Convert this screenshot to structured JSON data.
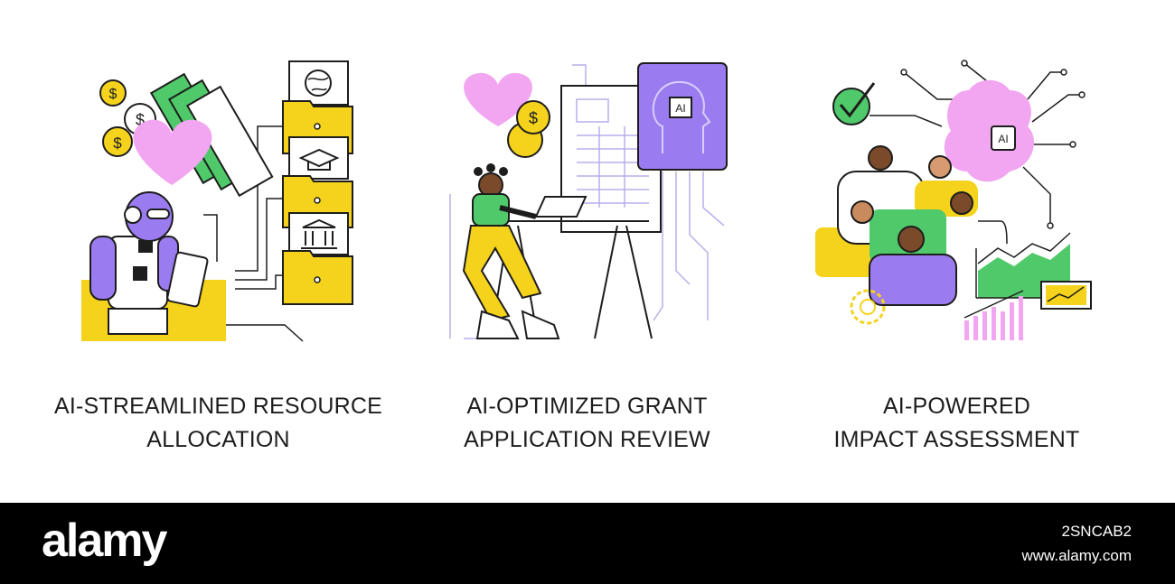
{
  "panels": [
    {
      "caption_line1": "AI-STREAMLINED RESOURCE",
      "caption_line2": "ALLOCATION",
      "icons": [
        "robot-icon",
        "heart-icon",
        "dollar-coin-icon",
        "banknote-icon",
        "folder-icon",
        "globe-icon",
        "graduation-cap-icon",
        "bank-icon",
        "tablet-icon"
      ]
    },
    {
      "caption_line1": "AI-OPTIMIZED GRANT",
      "caption_line2": "APPLICATION REVIEW",
      "ai_chip_label": "AI",
      "icons": [
        "heart-icon",
        "dollar-coin-icon",
        "document-icon",
        "ai-head-icon",
        "laptop-icon",
        "desk-icon",
        "person-icon"
      ]
    },
    {
      "caption_line1": "AI-POWERED",
      "caption_line2": "IMPACT ASSESSMENT",
      "ai_chip_label": "AI",
      "icons": [
        "checkmark-icon",
        "brain-icon",
        "gear-icon",
        "people-group-icon",
        "area-chart-icon",
        "bar-chart-icon",
        "line-chart-icon"
      ]
    }
  ],
  "footer": {
    "brand": "alamy",
    "image_id": "2SNCAB2",
    "site": "www.alamy.com"
  },
  "colors": {
    "yellow": "#F5D31C",
    "pink": "#F2A5F0",
    "purple": "#9B7CF0",
    "green": "#4FC96A",
    "black": "#1d1d1d",
    "footer": "#000000"
  }
}
